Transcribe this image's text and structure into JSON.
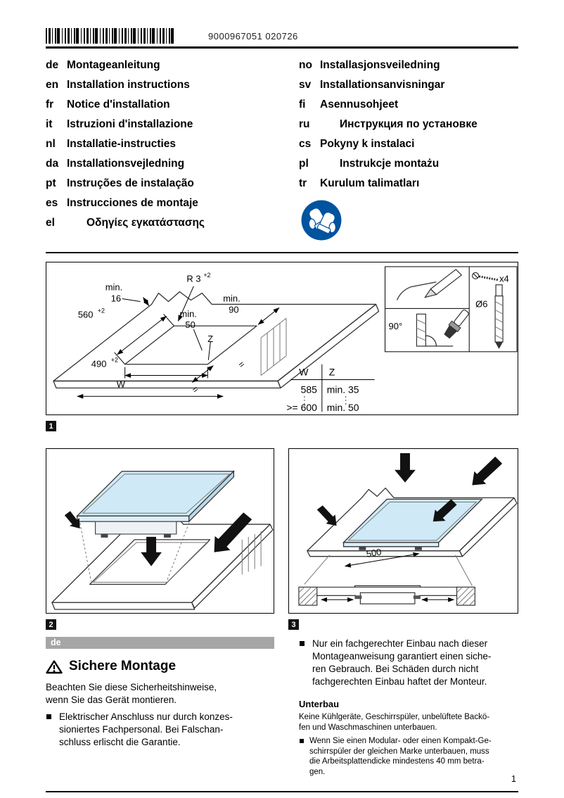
{
  "colors": {
    "safety_blue": "#00539f",
    "glass_blue": "#cfe9f7",
    "bar_gray": "#a6a6a6"
  },
  "header": {
    "code": "9000967051 020726"
  },
  "languages": {
    "left": [
      {
        "code": "de",
        "label": "Montageanleitung"
      },
      {
        "code": "en",
        "label": "Installation instructions"
      },
      {
        "code": "fr",
        "label": "Notice d'installation"
      },
      {
        "code": "it",
        "label": "Istruzioni d'installazione"
      },
      {
        "code": "nl",
        "label": "Installatie-instructies"
      },
      {
        "code": "da",
        "label": "Installationsvejledning"
      },
      {
        "code": "pt",
        "label": "Instruções de instalação"
      },
      {
        "code": "es",
        "label": "Instrucciones de montaje"
      },
      {
        "code": "el",
        "label": "Οδηγίες εγκατάστασης"
      }
    ],
    "right": [
      {
        "code": "no",
        "label": "Installasjonsveiledning"
      },
      {
        "code": "sv",
        "label": "Installationsanvisningar"
      },
      {
        "code": "fi",
        "label": "Asennusohjeet"
      },
      {
        "code": "ru",
        "label": "Инструкция по установке"
      },
      {
        "code": "cs",
        "label": "Pokyny k instalaci"
      },
      {
        "code": "pl",
        "label": "Instrukcje montażu"
      },
      {
        "code": "tr",
        "label": "Kurulum talimatları"
      }
    ]
  },
  "figure1": {
    "number": "1",
    "dims": {
      "min16_l1": "min.",
      "min16_l2": "16",
      "d560": "560",
      "d560_sup": "+2",
      "radius": "R 3",
      "radius_sup": "+2",
      "min90_l1": "min.",
      "min90_l2": "90",
      "min50_l1": "min.",
      "min50_l2": "50",
      "z": "Z",
      "d490": "490",
      "d490_sup": "+2",
      "w": "W",
      "eq1": "=",
      "eq2": "="
    },
    "table": {
      "h1": "W",
      "h2": "Z",
      "r1c1": "585",
      "r1c2": "min. 35",
      "r2c1": ">= 600",
      "r2c2": "min. 50"
    },
    "details": {
      "screws": "x4",
      "drill": "Ø6",
      "angle": "90°"
    }
  },
  "figure2": {
    "number": "2"
  },
  "figure3": {
    "number": "3",
    "dim500": "500"
  },
  "content": {
    "lang_tag": "de",
    "heading": "Sichere Montage",
    "intro": "Beachten Sie diese Sicherheitshinweise,\nwenn Sie das Gerät montieren.",
    "left_bullet": "Elektrischer Anschluss nur durch konzes-\nsioniertes Fachpersonal. Bei Falschan-\nschluss erlischt die Garantie.",
    "right_bullet": "Nur ein fachgerechter Einbau nach dieser\nMontageanweisung garantiert einen siche-\nren Gebrauch. Bei Schäden durch nicht\nfachgerechten Einbau haftet der Monteur.",
    "subheading": "Unterbau",
    "sub_text": "Keine Kühlgeräte, Geschirrspüler, unbelüftete Backö-\nfen und Waschmaschinen unterbauen.",
    "sub_bullet": "Wenn Sie einen Modular- oder einen Kompakt-Ge-\nschirrspüler der gleichen Marke unterbauen, muss\ndie Arbeitsplattendicke mindestens 40 mm betra-\ngen."
  },
  "footer": {
    "page_number": "1"
  }
}
